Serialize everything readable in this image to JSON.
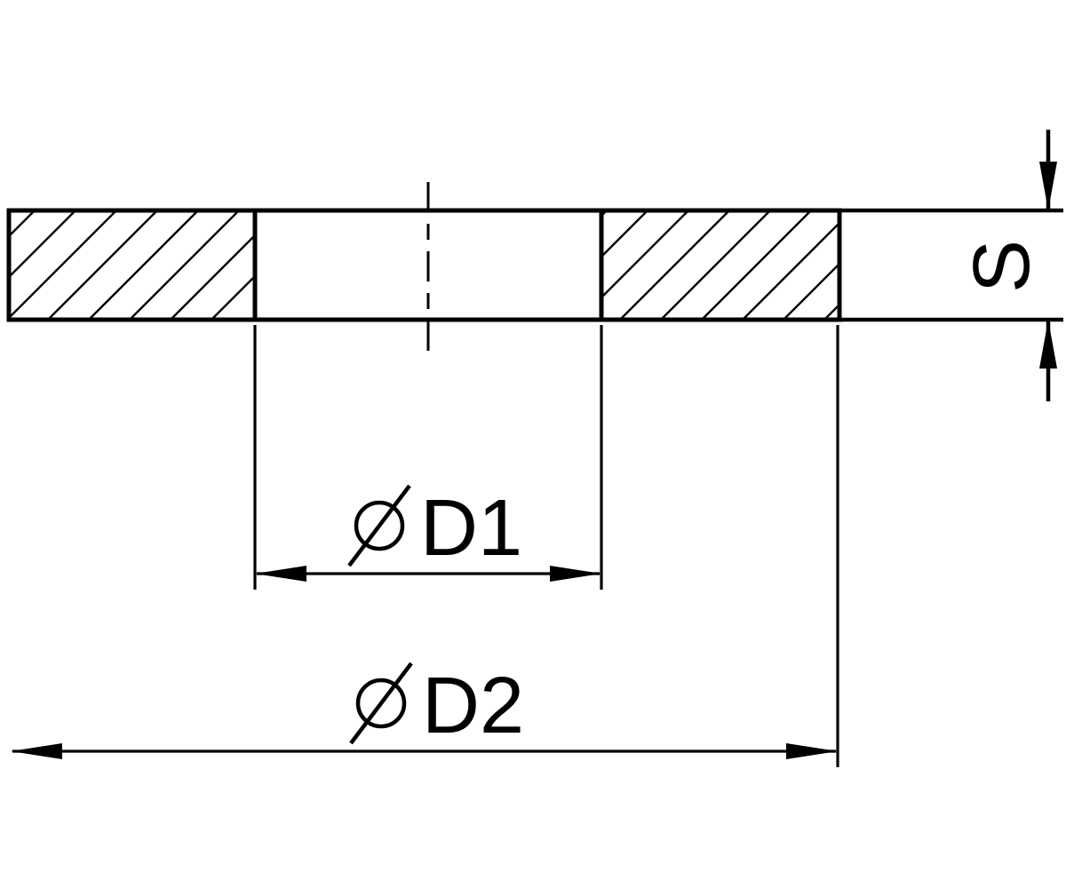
{
  "drawing": {
    "background_color": "#ffffff",
    "line_color": "#000000"
  },
  "icons": {
    "diameter_symbol": "⌀"
  },
  "dimensions": {
    "inner_diameter": {
      "symbol": "⌀",
      "label": "D1"
    },
    "outer_diameter": {
      "symbol": "⌀",
      "label": "D2"
    },
    "thickness": {
      "label": "S"
    }
  }
}
